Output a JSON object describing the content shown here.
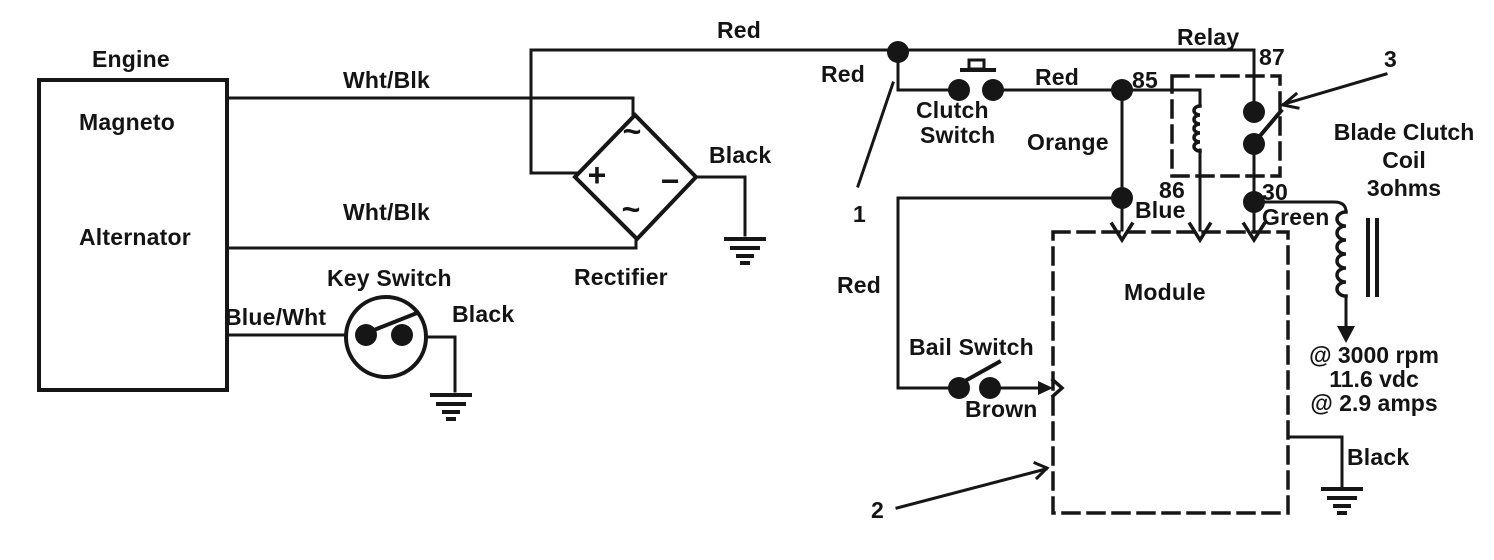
{
  "diagram": {
    "engine": {
      "label": "Engine",
      "magneto": "Magneto",
      "alternator": "Alternator"
    },
    "rectifier": {
      "label": "Rectifier",
      "ac_top": "~",
      "plus": "+",
      "minus": "−",
      "ac_bottom": "~",
      "output_wire": "Black"
    },
    "key_switch": {
      "label": "Key Switch",
      "wire_in": "Blue/Wht",
      "wire_out": "Black"
    },
    "clutch_switch": {
      "line1": "Clutch",
      "line2": "Switch",
      "wire_out": "Red"
    },
    "bail_switch": {
      "label": "Bail Switch",
      "wire_in": "Red",
      "wire_out": "Brown"
    },
    "relay": {
      "label": "Relay",
      "pin_85": "85",
      "pin_86": "86",
      "pin_87": "87",
      "pin_30": "30"
    },
    "module": {
      "label": "Module",
      "ground_wire": "Black"
    },
    "wires": {
      "magneto": "Wht/Blk",
      "alternator": "Wht/Blk",
      "main_red": "Red",
      "branch_red": "Red",
      "orange": "Orange",
      "blue": "Blue",
      "green": "Green"
    },
    "blade_clutch": {
      "line1": "Blade Clutch",
      "line2": "Coil",
      "line3": "3ohms",
      "spec_rpm": "@ 3000 rpm",
      "spec_voltage": "11.6 vdc",
      "spec_current": "@ 2.9 amps"
    },
    "callouts": {
      "one": "1",
      "two": "2",
      "three": "3"
    }
  }
}
